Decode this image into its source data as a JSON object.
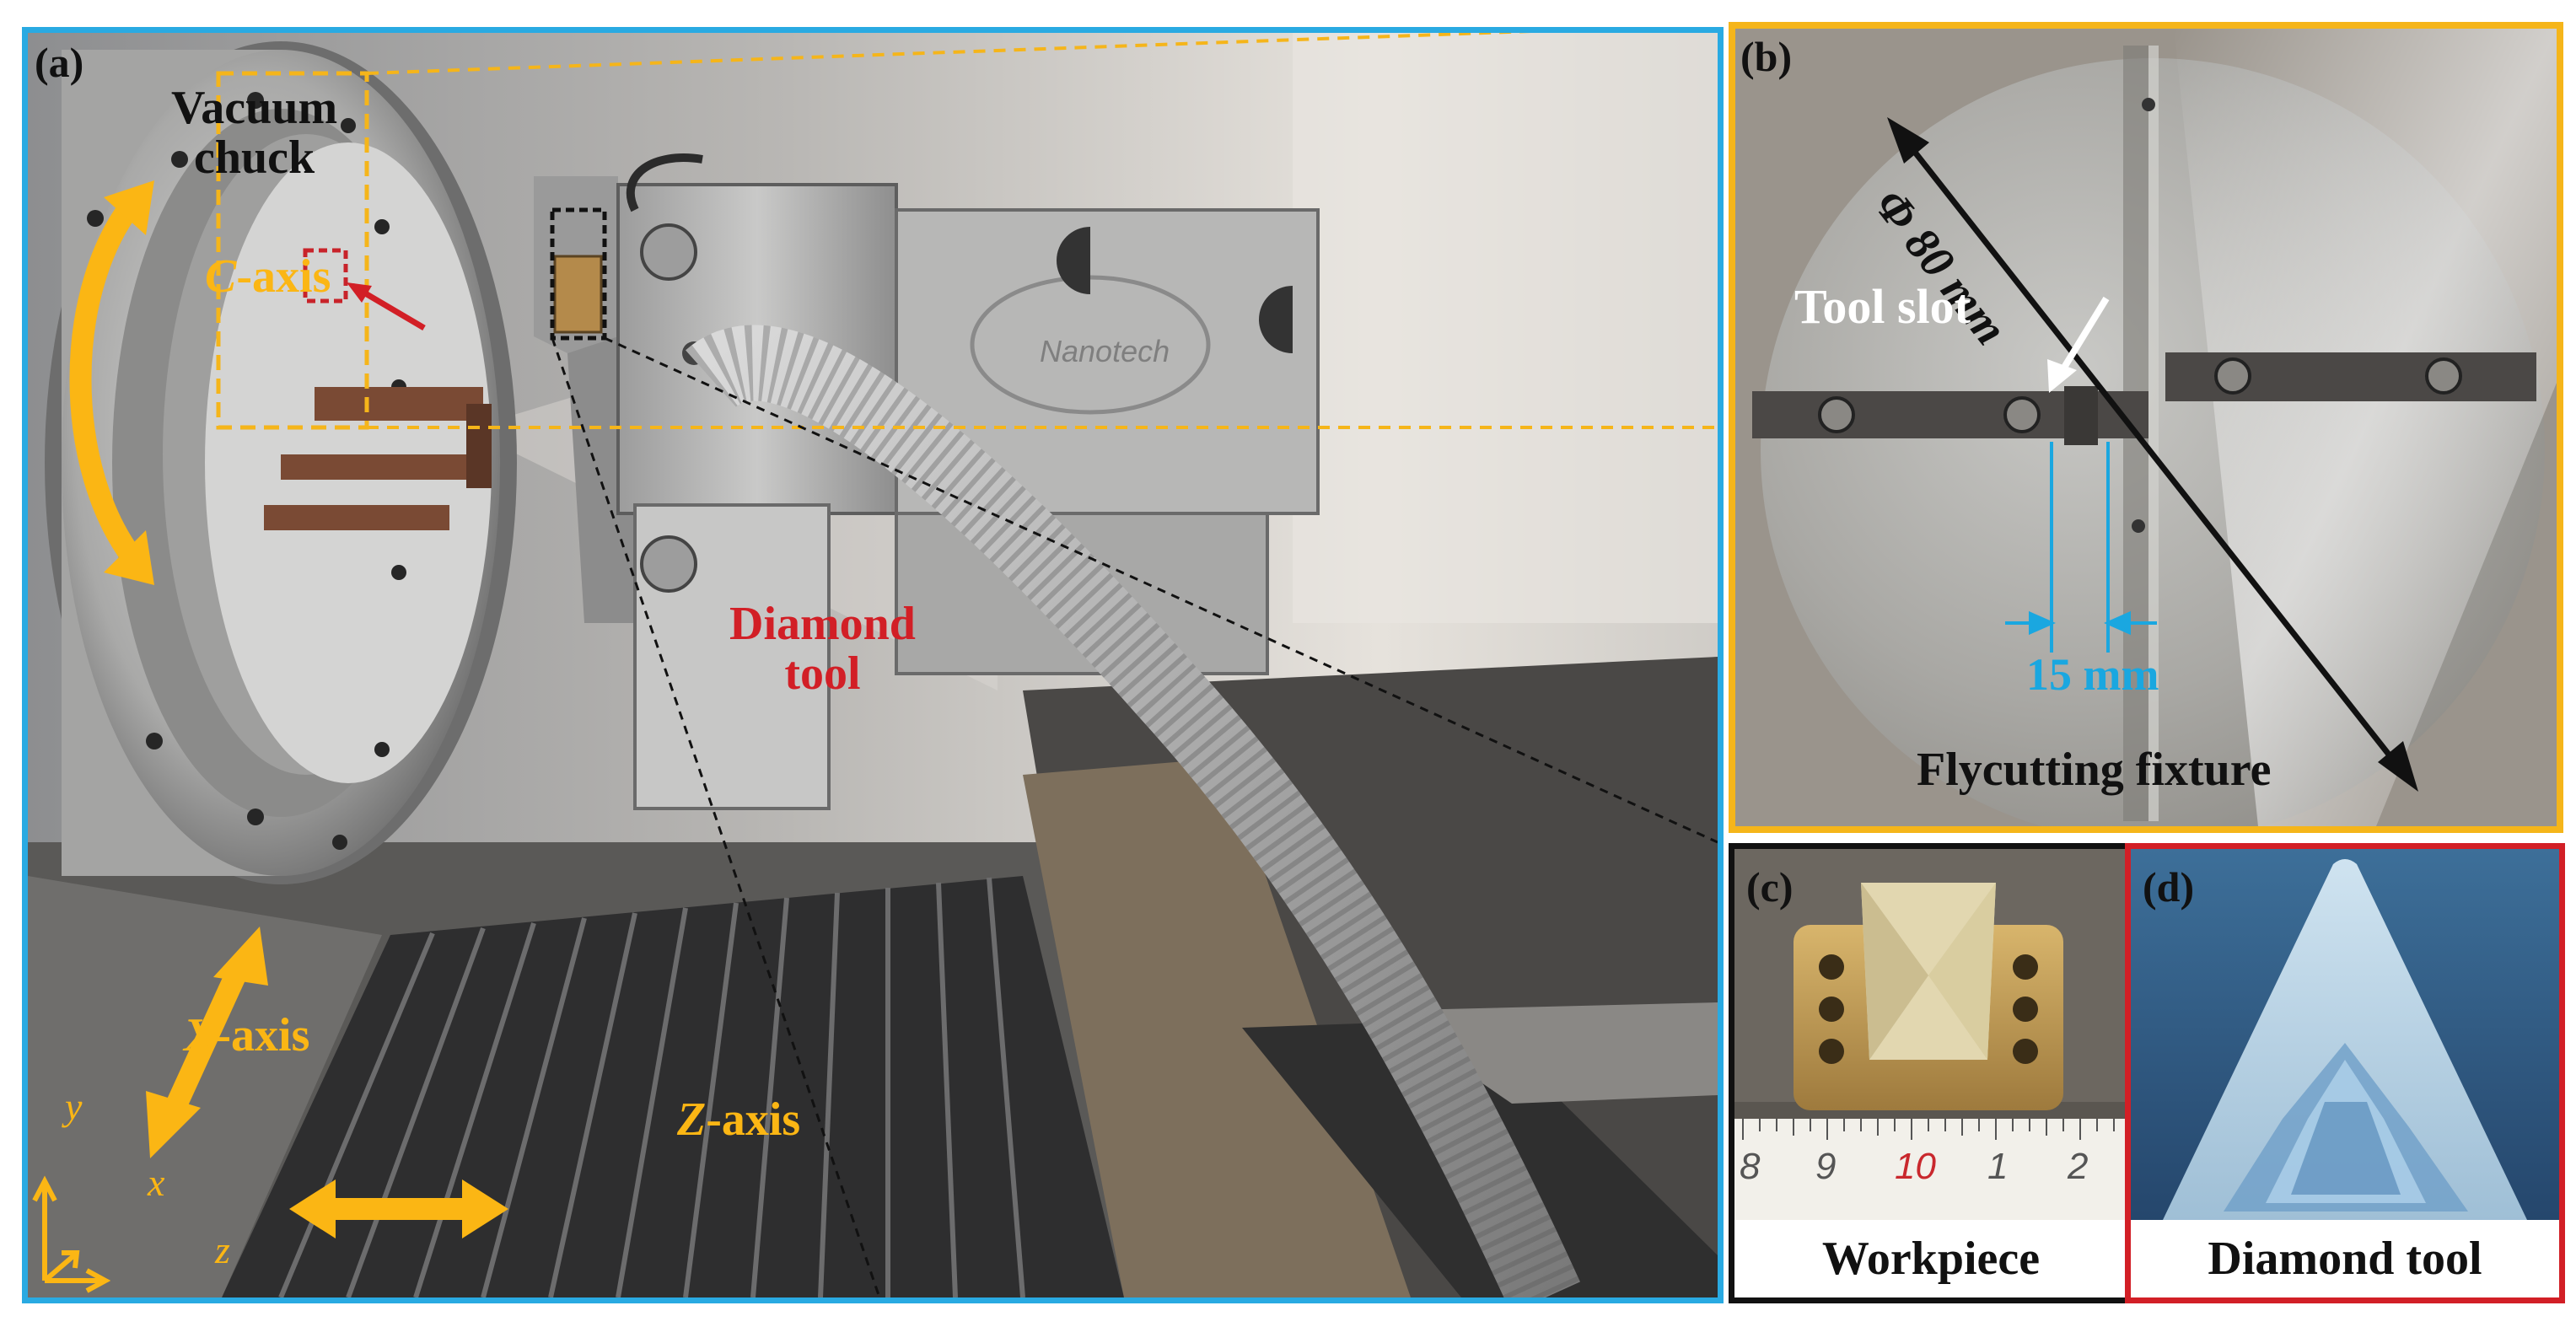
{
  "panel_a": {
    "tag": "(a)",
    "labels": {
      "vacuum_chuck": [
        "Vacuum",
        "chuck"
      ],
      "c_axis": [
        "C",
        "-axis"
      ],
      "diamond_tool": [
        "Diamond",
        "tool"
      ],
      "x_axis": [
        "X",
        "-axis"
      ],
      "z_axis": [
        "Z",
        "-axis"
      ],
      "coord_y": "y",
      "coord_x": "x",
      "coord_z": "z"
    },
    "brand_text": "Nanotech"
  },
  "panel_b": {
    "tag": "(b)",
    "diameter": "Φ 80 mm",
    "tool_slot": "Tool slot",
    "slot_width": "15 mm",
    "fixture": "Flycutting fixture"
  },
  "panel_c": {
    "tag": "(c)",
    "caption": "Workpiece",
    "ruler_numbers": [
      "8",
      "9",
      "10",
      "1",
      "2"
    ]
  },
  "panel_d": {
    "tag": "(d)",
    "caption": "Diamond tool"
  },
  "colors": {
    "panel_a_border": "#29aae2",
    "panel_b_border": "#f5b51a",
    "panel_c_border": "#111111",
    "panel_d_border": "#d21f26",
    "axis_arrow": "#fbb614",
    "diamond_label": "#d21f26",
    "dimension": "#1aa7e0"
  }
}
